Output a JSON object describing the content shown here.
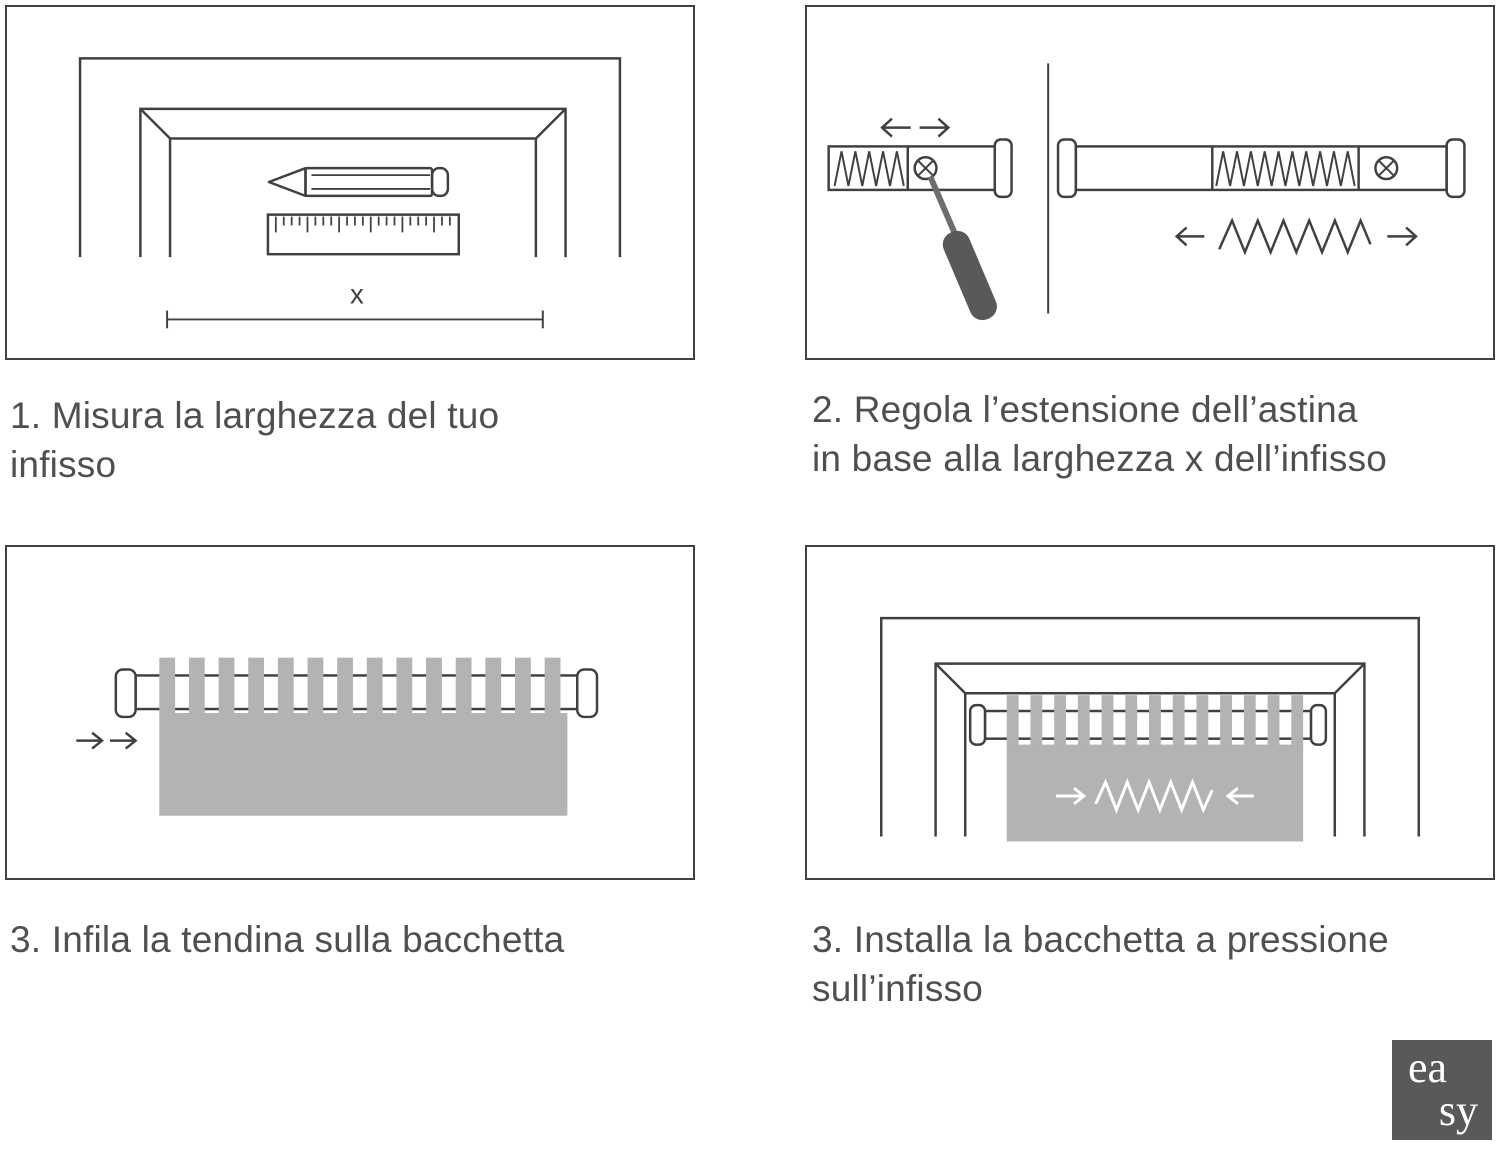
{
  "steps": {
    "step1": {
      "caption_line1": "1. Misura la larghezza del tuo",
      "caption_line2": "infisso",
      "measure_label": "x"
    },
    "step2": {
      "caption_line1": "2. Regola l’estensione dell’astina",
      "caption_line2": "in base alla larghezza x dell’infisso"
    },
    "step3": {
      "caption_line1": "3. Infila la tendina sulla bacchetta"
    },
    "step4": {
      "caption_line1": "3. Installa la bacchetta a pressione",
      "caption_line2": "sull’infisso"
    }
  },
  "logo": {
    "line1": "ea",
    "line2": "sy"
  },
  "colors": {
    "line": "#404040",
    "curtain_gray": "#b3b3b3",
    "handle_dark": "#58595b",
    "text": "#4f4f4f",
    "logo_bg": "#58595b"
  }
}
